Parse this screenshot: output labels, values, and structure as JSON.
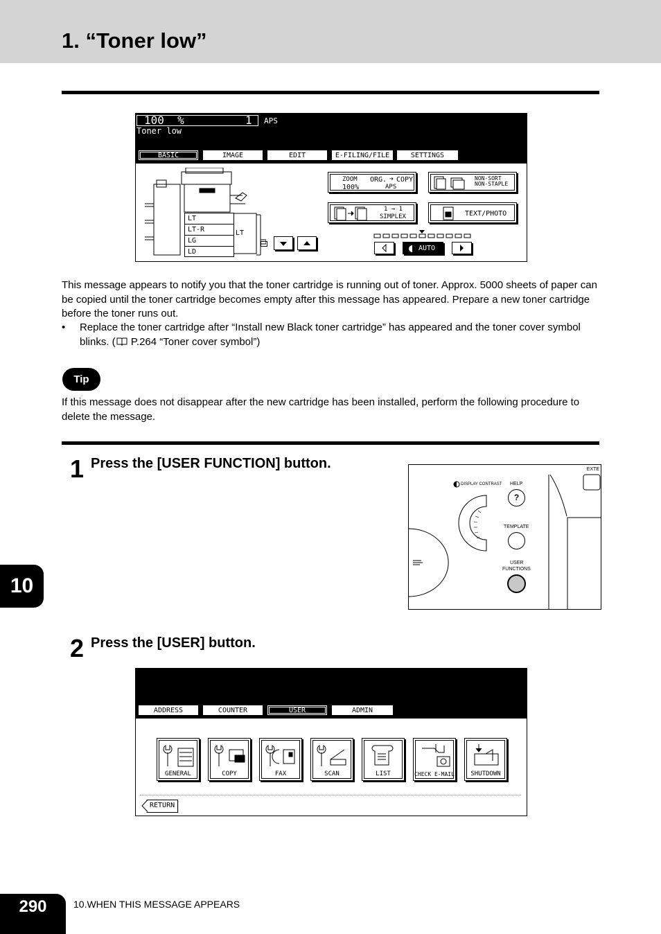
{
  "header": {
    "title": "1. “Toner low”"
  },
  "screen1": {
    "zoom": "100  %",
    "copies": "1",
    "aps": "APS",
    "message": "Toner low",
    "tabs": [
      "BASIC",
      "IMAGE",
      "EDIT",
      "E-FILING/FILE",
      "SETTINGS"
    ],
    "paper_sizes": [
      "LT",
      "LT-R",
      "LG",
      "LD"
    ],
    "bypass_size": "LT",
    "zoom_btn": {
      "label": "ZOOM",
      "value": "100%"
    },
    "org_copy_btn": {
      "label": "ORG.",
      "arrow": "➔",
      "label2": "COPY",
      "value": "APS"
    },
    "sort_btn": {
      "line1": "NON-SORT",
      "line2": "NON-STAPLE"
    },
    "duplex_btn": {
      "line1": "1 → 1",
      "line2": "SIMPLEX"
    },
    "mode_btn": "TEXT/PHOTO",
    "density_auto": "AUTO"
  },
  "body": {
    "paragraph": "This message appears to notify you that the toner cartridge is running out of toner. Approx. 5000 sheets of paper can be copied until the toner cartridge becomes empty after this message has appeared. Prepare a new toner cartridge before the toner runs out.",
    "bullet_mark": "•",
    "bullet_text_before": "Replace the toner cartridge after “Install new Black toner cartridge” has appeared and the toner cover symbol blinks. (",
    "bullet_text_after": " P.264 “Toner cover symbol”)",
    "tip_label": "Tip",
    "tip_text": "If this message does not disappear after the new cartridge has been installed, perform the following procedure to delete the message."
  },
  "step1": {
    "number": "1",
    "text": "Press the [USER FUNCTION] button."
  },
  "panel": {
    "exte": "EXTE",
    "contrast": "DISPLAY CONTRAST",
    "help": "HELP",
    "help_symbol": "?",
    "template": "TEMPLATE",
    "user_functions_1": "USER",
    "user_functions_2": "FUNCTIONS"
  },
  "step2": {
    "number": "2",
    "text": "Press the [USER] button."
  },
  "screen2": {
    "tabs": [
      "ADDRESS",
      "COUNTER",
      "USER",
      "ADMIN"
    ],
    "buttons": [
      "GENERAL",
      "COPY",
      "FAX",
      "SCAN",
      "LIST",
      "CHECK E-MAIL",
      "SHUTDOWN"
    ],
    "return": "RETURN"
  },
  "chapter": "10",
  "footer": {
    "page": "290",
    "section": "10.WHEN THIS MESSAGE APPEARS"
  }
}
